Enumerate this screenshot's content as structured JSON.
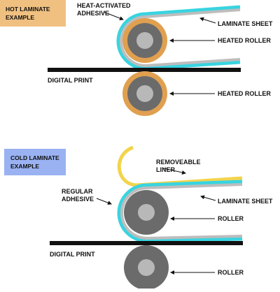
{
  "colors": {
    "hot_badge": "#F0C080",
    "cold_badge": "#9AB2F2",
    "laminate": "#38D4E0",
    "liner": "#F2D44C",
    "adhesive": "#BDBDBD",
    "heated_roller_rim": "#E0A050",
    "roller_body": "#6B6B6B",
    "roller_hub": "#B8B8B8",
    "print_bar": "#111111",
    "text": "#111111"
  },
  "hot": {
    "badge_line1": "HOT LAMINATE",
    "badge_line2": "EXAMPLE",
    "adhesive_line1": "HEAT-ACTIVATED",
    "adhesive_line2": "ADHESIVE",
    "laminate_label": "LAMINATE SHEET",
    "top_roller_label": "HEATED ROLLER",
    "print_label": "DIGITAL PRINT",
    "bottom_roller_label": "HEATED ROLLER"
  },
  "cold": {
    "badge_line1": "COLD LAMINATE",
    "badge_line2": "EXAMPLE",
    "liner_line1": "REMOVEABLE",
    "liner_line2": "LINER",
    "adhesive_line1": "REGULAR",
    "adhesive_line2": "ADHESIVE",
    "laminate_label": "LAMINATE SHEET",
    "top_roller_label": "ROLLER",
    "print_label": "DIGITAL PRINT",
    "bottom_roller_label": "ROLLER"
  }
}
